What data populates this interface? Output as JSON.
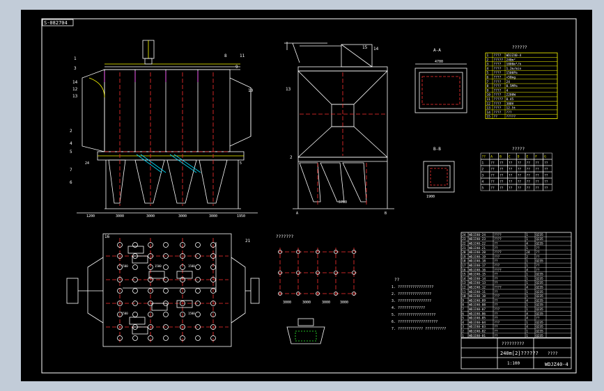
{
  "colors": {
    "window_bg": "#c2ccd8",
    "drawing_bg": "#000000",
    "line": "#ffffff",
    "red": "#ff3030",
    "yellow": "#ffff00",
    "cyan": "#00e0ff",
    "magenta": "#ff40ff",
    "green": "#30ff30"
  },
  "sheet": {
    "scale_tag": "S-082704",
    "drawing_number": "WDJZ40-4",
    "title_main": "240m[2]??????",
    "title_small": "????",
    "title_qty": "?????????",
    "revision": "1:100"
  },
  "front_view": {
    "labels": [
      "1",
      "2",
      "3",
      "4",
      "5",
      "6",
      "7",
      "8",
      "9",
      "10",
      "11",
      "12",
      "13",
      "14"
    ],
    "dims_bottom": [
      "1200",
      "3000",
      "3000",
      "3000",
      "3000",
      "1950"
    ],
    "dims_left": [
      "24",
      "5"
    ]
  },
  "side_view": {
    "labels": [
      "13",
      "14",
      "15",
      "2"
    ],
    "dim_bottom": "5700",
    "axis_left": "A",
    "axis_right": "B"
  },
  "plan_view": {
    "labels": [
      "16",
      "21"
    ],
    "dims": [
      "1500",
      "1500",
      "1500",
      "1500",
      "1500"
    ]
  },
  "foundation_view": {
    "title": "???????",
    "dims": [
      "3000",
      "3000",
      "3000",
      "3000"
    ]
  },
  "detail_views": {
    "detail_a_title": "A-A",
    "detail_a_dim": "4700",
    "detail_b_title": "B-B",
    "detail_b_dim": "1900"
  },
  "notes": {
    "heading": "??",
    "lines": [
      "1. ?????????????????",
      "2. ????????????????",
      "3. ????????????????",
      "4. ?????????????",
      "5. ??????????????????",
      "6. ???????????????????",
      "7. ???????????? ??????????"
    ]
  },
  "spec_table": {
    "heading": "??????",
    "rows": [
      [
        "1",
        "????",
        "WDJZ40-4"
      ],
      [
        "2",
        "?????",
        "240m²"
      ],
      [
        "3",
        "????",
        "1000m³/h"
      ],
      [
        "4",
        "????",
        "1.2m/min"
      ],
      [
        "5",
        "????",
        "1500Pa"
      ],
      [
        "6",
        "????",
        "<50mg"
      ],
      [
        "7",
        "????",
        "24"
      ],
      [
        "8",
        "????",
        "0.5MPa"
      ],
      [
        "9",
        "????",
        "4"
      ],
      [
        "10",
        "????",
        "2200W"
      ],
      [
        "11",
        "?????",
        "0.45"
      ],
      [
        "12",
        "????",
        "380V"
      ],
      [
        "13",
        "????",
        "12.5t"
      ],
      [
        "14",
        "????",
        "???"
      ],
      [
        "15",
        "??",
        "?????"
      ]
    ]
  },
  "matrix_table": {
    "heading": "?????",
    "header": [
      "??",
      "A",
      "B",
      "C",
      "D",
      "E",
      "F",
      "G"
    ],
    "rows": [
      [
        "1",
        "??",
        "??",
        "??",
        "??",
        "??",
        "??",
        "??"
      ],
      [
        "2",
        "??",
        "??",
        "??",
        "??",
        "??",
        "??",
        "??"
      ],
      [
        "3",
        "??",
        "??",
        "??",
        "??",
        "??",
        "??",
        "??"
      ],
      [
        "4",
        "??",
        "??",
        "??",
        "??",
        "??",
        "??",
        "??"
      ],
      [
        "5",
        "??",
        "??",
        "??",
        "??",
        "??",
        "??",
        "??"
      ]
    ]
  },
  "bom": {
    "rows": [
      [
        "24",
        "WDJZ40-24",
        "????",
        "1",
        "Q235"
      ],
      [
        "23",
        "WDJZ40-23",
        "????",
        "1",
        "Q235"
      ],
      [
        "22",
        "WDJZ40-22",
        "??",
        "4",
        "Q235"
      ],
      [
        "21",
        "WDJZ40-21",
        "??",
        "1",
        "??"
      ],
      [
        "20",
        "WDJZ40-20",
        "????",
        "24",
        "??"
      ],
      [
        "19",
        "WDJZ40-19",
        "???",
        "2",
        "??"
      ],
      [
        "18",
        "WDJZ40-18",
        "??",
        "1",
        "Q235"
      ],
      [
        "17",
        "WDJZ40-17",
        "???",
        "1",
        "??"
      ],
      [
        "16",
        "WDJZ40-16",
        "????",
        "4",
        "??"
      ],
      [
        "15",
        "WDJZ40-15",
        "??",
        "1",
        "Q235"
      ],
      [
        "14",
        "WDJZ40-14",
        "??",
        "1",
        "Q235"
      ],
      [
        "13",
        "WDJZ40-13",
        "??",
        "1",
        "Q235"
      ],
      [
        "12",
        "WDJZ40-12",
        "????",
        "4",
        "Q235"
      ],
      [
        "11",
        "WDJZ40-11",
        "??",
        "1",
        "Q235"
      ],
      [
        "10",
        "WDJZ40-10",
        "???",
        "1",
        "Q235"
      ],
      [
        "9",
        "WDJZ40-09",
        "??",
        "4",
        "Q235"
      ],
      [
        "8",
        "WDJZ40-08",
        "??",
        "1",
        "Q235"
      ],
      [
        "7",
        "WDJZ40-07",
        "???",
        "1",
        "Q235"
      ],
      [
        "6",
        "WDJZ40-06",
        "??",
        "4",
        "Q235"
      ],
      [
        "5",
        "WDJZ40-05",
        "??",
        "4",
        "??"
      ],
      [
        "4",
        "WDJZ40-04",
        "???",
        "1",
        "Q235"
      ],
      [
        "3",
        "WDJZ40-03",
        "??",
        "4",
        "Q235"
      ],
      [
        "2",
        "WDJZ40-02",
        "??",
        "1",
        "Q235"
      ],
      [
        "1",
        "WDJZ40-01",
        "??",
        "1",
        "Q235"
      ]
    ]
  }
}
